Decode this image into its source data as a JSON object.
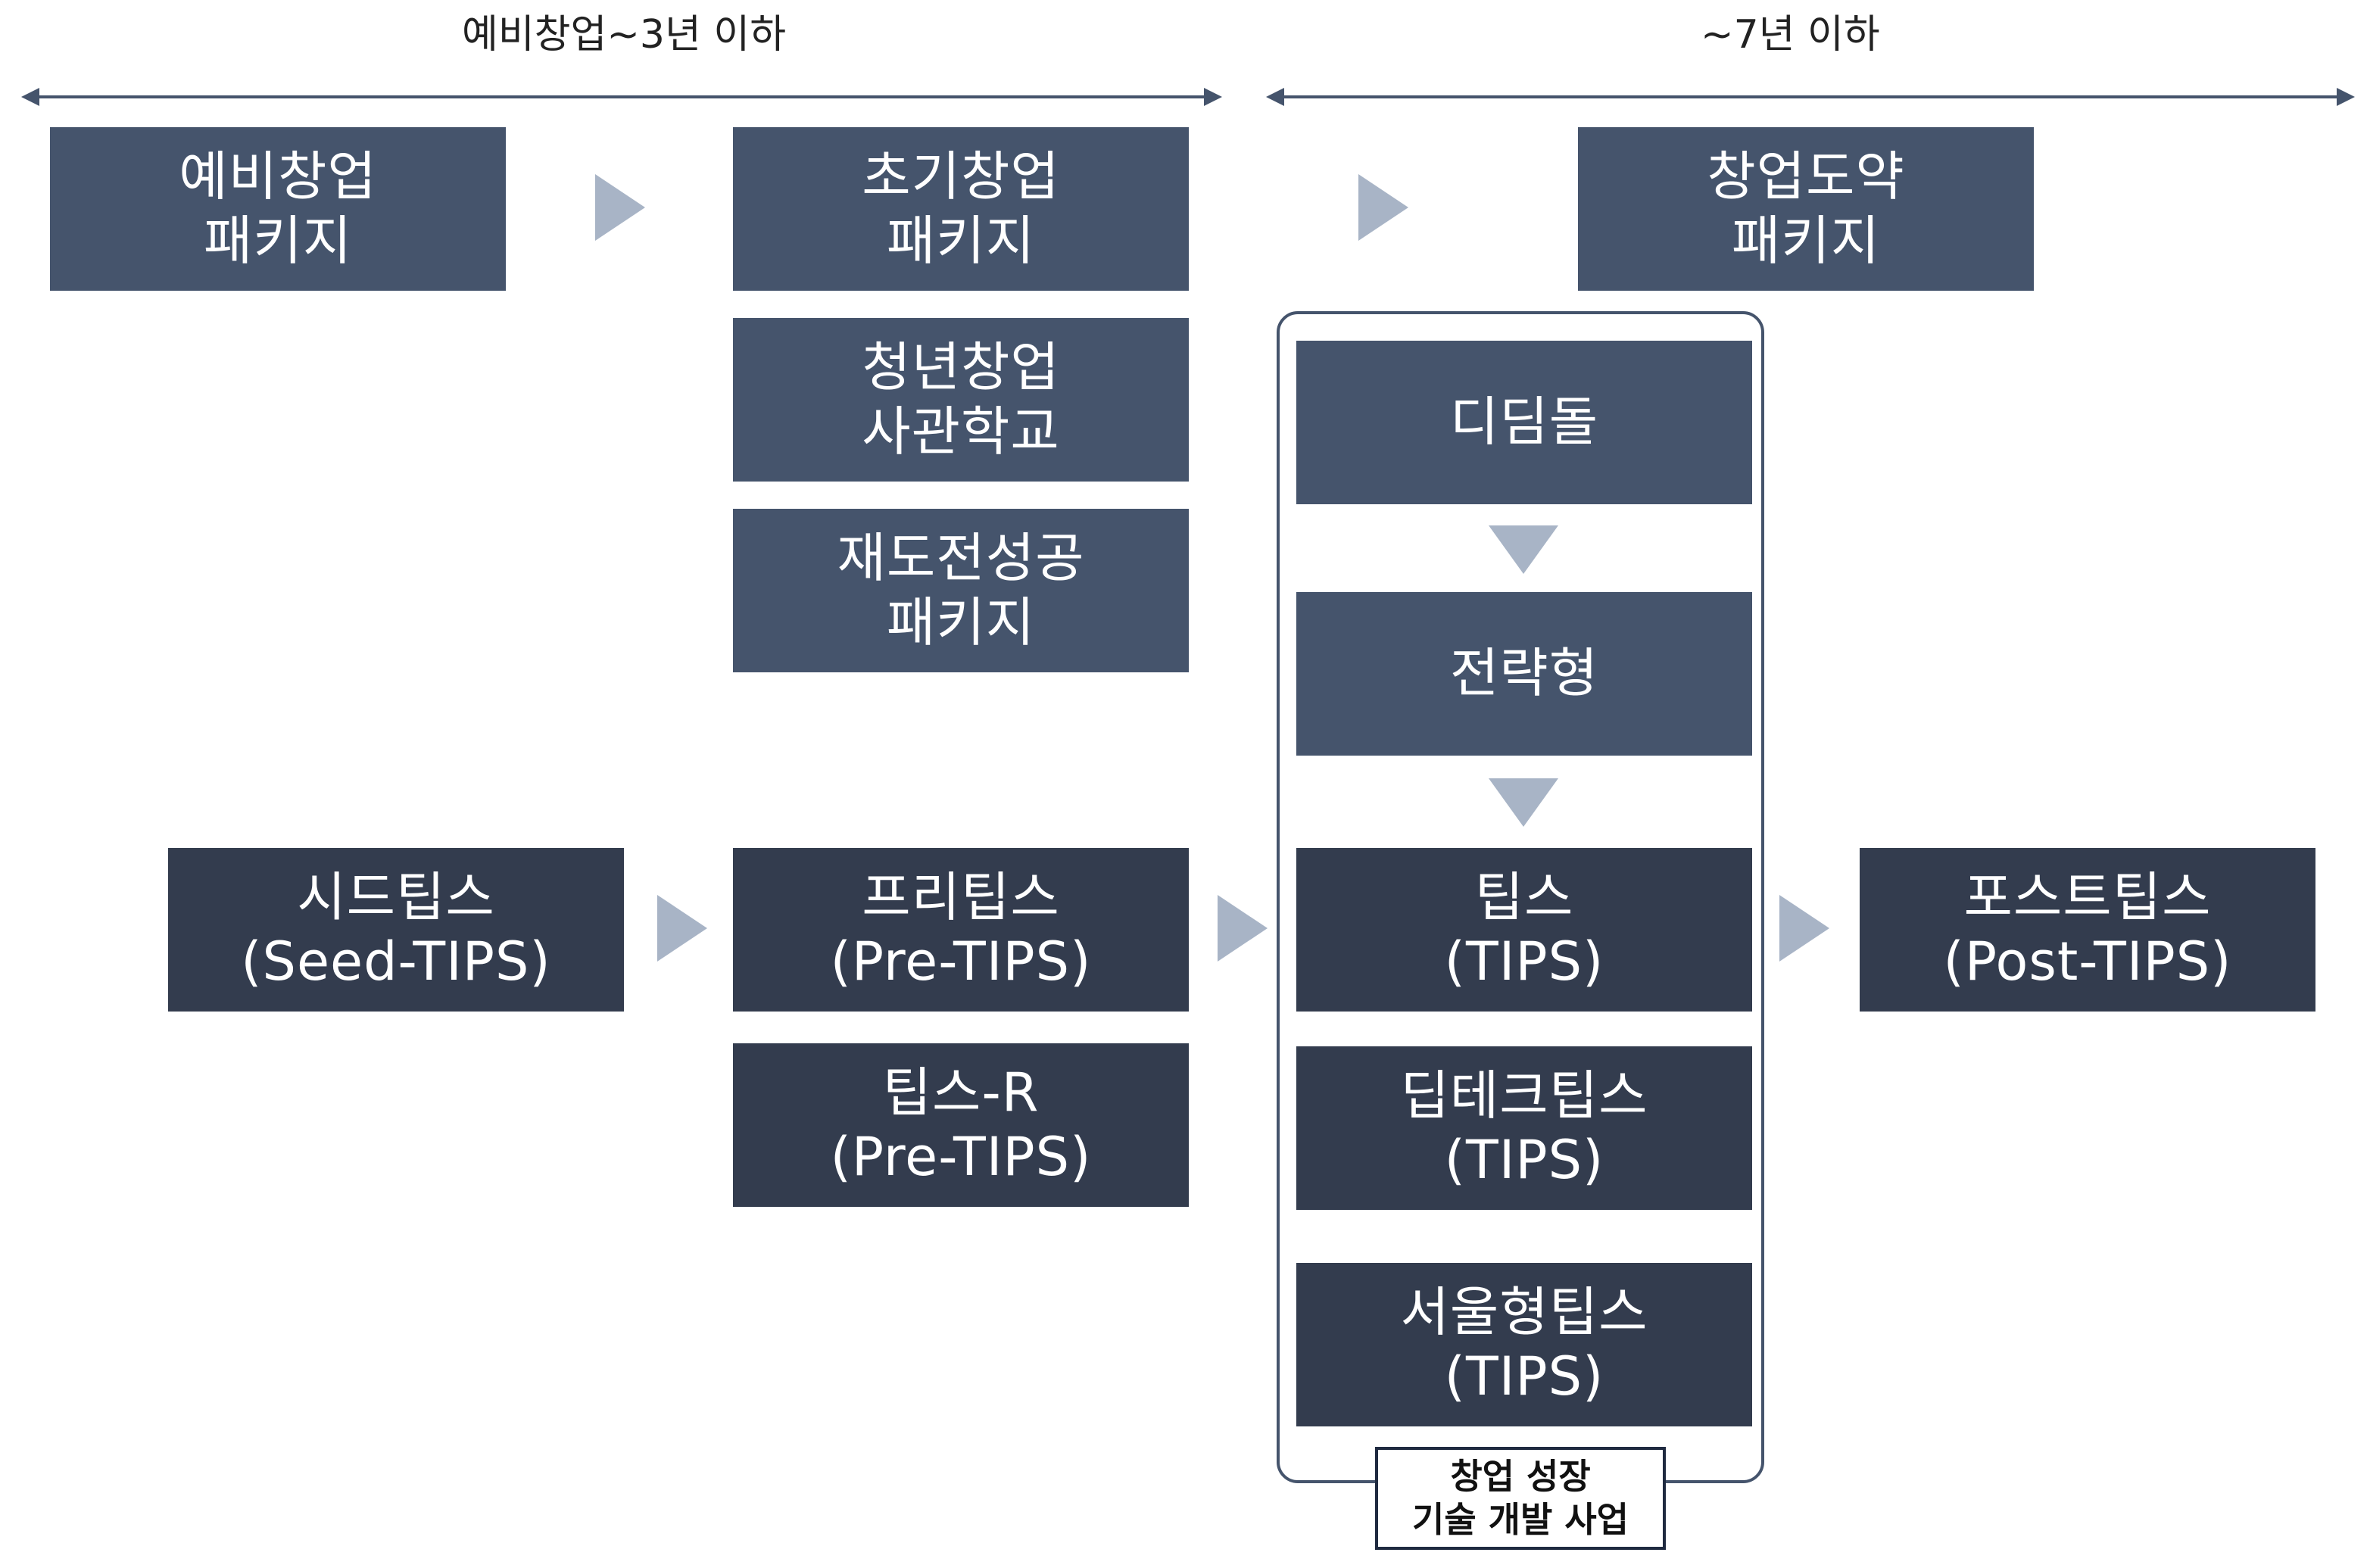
{
  "colors": {
    "box_light": "#45546c",
    "box_dark": "#333c4e",
    "arrow": "#a8b4c6",
    "timeline": "#45546c",
    "text_on_box": "#ffffff"
  },
  "phases": {
    "early": "예비창업~3년 이하",
    "late": "~7년 이하"
  },
  "boxes": {
    "yebi": {
      "line1": "예비창업",
      "line2": "패키지"
    },
    "chogi": {
      "line1": "초기창업",
      "line2": "패키지"
    },
    "doyak": {
      "line1": "창업도약",
      "line2": "패키지"
    },
    "cheongnyeon": {
      "line1": "청년창업",
      "line2": "사관학교"
    },
    "jaedojeon": {
      "line1": "재도전성공",
      "line2": "패키지"
    },
    "didimdol": {
      "line1": "디딤돌"
    },
    "jeollyak": {
      "line1": "전략형"
    },
    "seedtips": {
      "line1": "시드팁스",
      "line2": "(Seed-TIPS)"
    },
    "pretips": {
      "line1": "프리팁스",
      "line2": "(Pre-TIPS)"
    },
    "tips": {
      "line1": "팁스",
      "line2": "(TIPS)"
    },
    "posttips": {
      "line1": "포스트팁스",
      "line2": "(Post-TIPS)"
    },
    "tipsr": {
      "line1": "팁스-R",
      "line2": "(Pre-TIPS)"
    },
    "deeptech": {
      "line1": "딥테크팁스",
      "line2": "(TIPS)"
    },
    "seoul": {
      "line1": "서울형팁스",
      "line2": "(TIPS)"
    }
  },
  "group": {
    "caption_line1": "창업 성장",
    "caption_line2": "기술 개발 사업"
  },
  "icons": {
    "flow_arrow_right": "triangle-right-icon",
    "flow_arrow_down": "triangle-down-icon",
    "timeline_arrow": "double-headed-arrow-icon"
  }
}
